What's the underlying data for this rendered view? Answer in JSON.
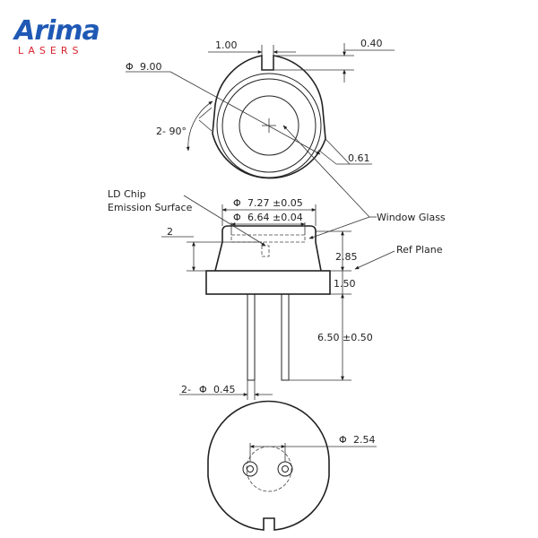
{
  "logo": {
    "name": "Arima",
    "sub": "LASERS",
    "brand_blue": "#1f59b5",
    "brand_red": "#d9232e"
  },
  "top_view": {
    "outer_diameter": "9.00",
    "notch_width": "1.00",
    "notch_depth": "0.40",
    "side_notch_depth": "0.61",
    "notch_angle": "2- 90°",
    "diameter_symbol": "Φ"
  },
  "side_view": {
    "ld_chip_line1": "LD Chip",
    "ld_chip_line2": "Emission Surface",
    "cap_outer_diameter": "7.27 ±0.05",
    "cap_inner_diameter": "6.64 ±0.04",
    "chip_height": "2",
    "cap_height": "2.85",
    "flange_thickness": "1.50",
    "lead_length": "6.50 ±0.50",
    "lead_diameter": "0.45",
    "lead_count_prefix": "2-",
    "window_glass": "Window Glass",
    "ref_plane": "Ref Plane",
    "diameter_symbol": "Φ"
  },
  "bottom_view": {
    "pin_circle": "2.54",
    "diameter_symbol": "Φ"
  }
}
